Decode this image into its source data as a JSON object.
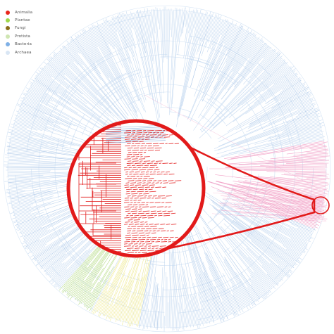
{
  "legend": [
    {
      "label": "Animalia",
      "color": "#e8261c"
    },
    {
      "label": "Plantae",
      "color": "#9ed84a"
    },
    {
      "label": "Fungi",
      "color": "#8a6d1a"
    },
    {
      "label": "Protista",
      "color": "#cfe6b2"
    },
    {
      "label": "Bacteria",
      "color": "#7fb0e6"
    },
    {
      "label": "Archaea",
      "color": "#d9e6f4"
    }
  ],
  "colors": {
    "branch": "#c3d8f0",
    "branch_dark": "#8fb3dd",
    "highlight": "#e21a1a",
    "pink": "#f2a3c8",
    "yellow": "#f1ec9a",
    "green": "#b9dd8c"
  }
}
